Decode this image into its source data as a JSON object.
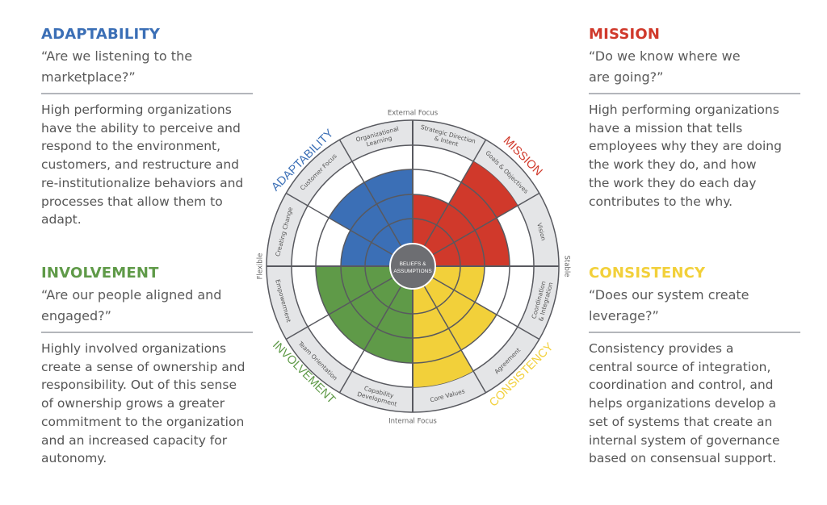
{
  "colors": {
    "adaptability": "#3b6fb6",
    "mission": "#d0392b",
    "involvement": "#5f9a48",
    "consistency": "#f2d03a",
    "ring": "#e4e5e7",
    "grid": "#58595f",
    "center": "#6d6e72"
  },
  "panels": [
    {
      "key": "adaptability",
      "title": "ADAPTABILITY",
      "quote": [
        "“Are we listening to the",
        "marketplace?”"
      ],
      "body": [
        "High performing organizations",
        "have the ability to perceive and",
        "respond to the environment,",
        "customers, and restructure and",
        "re-institutionalize behaviors and",
        "processes that allow them to",
        "adapt."
      ]
    },
    {
      "key": "involvement",
      "title": "INVOLVEMENT",
      "quote": [
        "“Are our people aligned and",
        "engaged?”"
      ],
      "body": [
        "Highly involved organizations",
        "create a sense of ownership and",
        "responsibility. Out of this sense",
        "of ownership grows a greater",
        "commitment to the organization",
        "and an increased capacity for",
        "autonomy."
      ]
    },
    {
      "key": "mission",
      "title": "MISSION",
      "quote": [
        "“Do we know where we",
        "are going?”"
      ],
      "body": [
        "High performing organizations",
        "have a mission that tells",
        "employees why they are doing",
        "the work they do, and how",
        "the work they do each day",
        "contributes to the why."
      ]
    },
    {
      "key": "consistency",
      "title": "CONSISTENCY",
      "quote": [
        "“Does our system create",
        "leverage?”"
      ],
      "body": [
        "Consistency provides a",
        "central source of integration,",
        "coordination and control, and",
        "helps organizations develop a",
        "set of systems that create an",
        "internal system of governance",
        "based on consensual support."
      ]
    }
  ],
  "diagram": {
    "center_label": [
      "BELIEFS &",
      "ASSUMPTIONS"
    ],
    "axes": {
      "top": "External Focus",
      "bottom": "Internal Focus",
      "left": "Flexible",
      "right": "Stable"
    },
    "quadrant_titles": {
      "adaptability": "ADAPTABILITY",
      "mission": "MISSION",
      "involvement": "INVOLVEMENT",
      "consistency": "CONSISTENCY"
    },
    "levels_max": 4,
    "sectors": [
      {
        "label": [
          "Strategic Direction",
          "& Intent"
        ],
        "trait": "mission",
        "level": 2
      },
      {
        "label": [
          "Goals & Objectives"
        ],
        "trait": "mission",
        "level": 4
      },
      {
        "label": [
          "Vision"
        ],
        "trait": "mission",
        "level": 3
      },
      {
        "label": [
          "Coordination",
          "& Integration"
        ],
        "trait": "consistency",
        "level": 2
      },
      {
        "label": [
          "Agreement"
        ],
        "trait": "consistency",
        "level": 3
      },
      {
        "label": [
          "Core Values"
        ],
        "trait": "consistency",
        "level": 4
      },
      {
        "label": [
          "Capability",
          "Development"
        ],
        "trait": "involvement",
        "level": 3
      },
      {
        "label": [
          "Team Orientation"
        ],
        "trait": "involvement",
        "level": 3
      },
      {
        "label": [
          "Empowerment"
        ],
        "trait": "involvement",
        "level": 3
      },
      {
        "label": [
          "Creating Change"
        ],
        "trait": "adaptability",
        "level": 2
      },
      {
        "label": [
          "Customer Focus"
        ],
        "trait": "adaptability",
        "level": 3
      },
      {
        "label": [
          "Organizational",
          "Learning"
        ],
        "trait": "adaptability",
        "level": 3
      }
    ]
  }
}
